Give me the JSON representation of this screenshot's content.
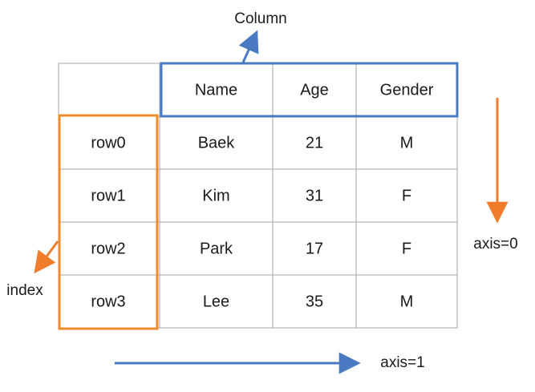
{
  "table": {
    "columns": [
      "Name",
      "Age",
      "Gender"
    ],
    "rows": [
      {
        "index": "row0",
        "cells": [
          "Baek",
          "21",
          "M"
        ]
      },
      {
        "index": "row1",
        "cells": [
          "Kim",
          "31",
          "F"
        ]
      },
      {
        "index": "row2",
        "cells": [
          "Park",
          "17",
          "F"
        ]
      },
      {
        "index": "row3",
        "cells": [
          "Lee",
          "35",
          "M"
        ]
      }
    ]
  },
  "labels": {
    "column": "Column",
    "index": "index",
    "axis0": "axis=0",
    "axis1": "axis=1"
  },
  "colors": {
    "column_highlight": "#4a7bc2",
    "index_highlight": "#ef8c2a",
    "axis0_arrow": "#ef7d2b",
    "axis1_arrow": "#4a7bc2",
    "grid": "#a6a6a6"
  }
}
